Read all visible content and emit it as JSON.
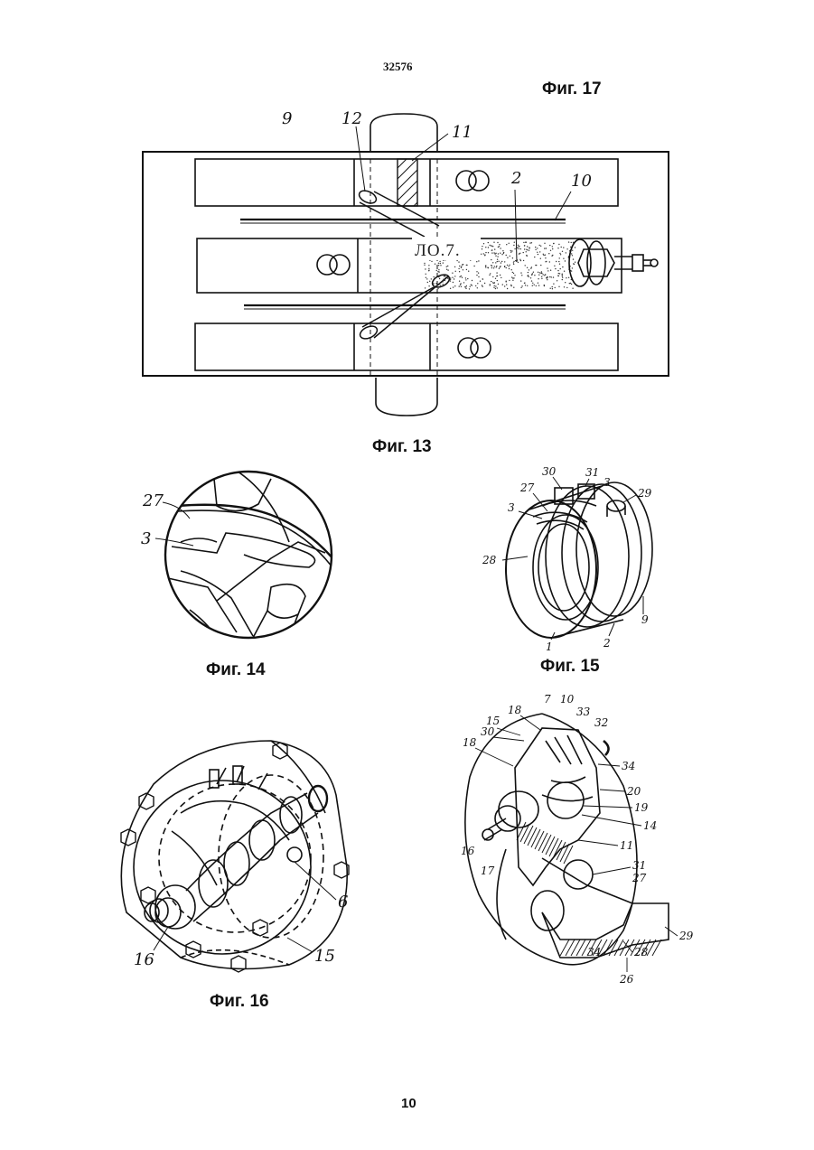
{
  "document_number": "32576",
  "page_number": "10",
  "figures": {
    "fig13": {
      "caption": "Фиг. 13",
      "labels": [
        "9",
        "12",
        "11",
        "2",
        "10"
      ],
      "overlay_text": "ЛО.7."
    },
    "fig14": {
      "caption": "Фиг. 14",
      "labels": [
        "27",
        "3"
      ]
    },
    "fig15": {
      "caption": "Фиг. 15",
      "labels": [
        "30",
        "31",
        "3",
        "27",
        "29",
        "3",
        "28",
        "1",
        "2",
        "9"
      ]
    },
    "fig16": {
      "caption": "Фиг. 16",
      "labels": [
        "6",
        "16",
        "15"
      ]
    },
    "fig17": {
      "caption": "Фиг. 17",
      "labels": [
        "18",
        "7",
        "10",
        "15",
        "33",
        "32",
        "30",
        "18",
        "34",
        "20",
        "19",
        "14",
        "16",
        "11",
        "17",
        "31",
        "27",
        "29",
        "34",
        "28",
        "26"
      ]
    }
  }
}
